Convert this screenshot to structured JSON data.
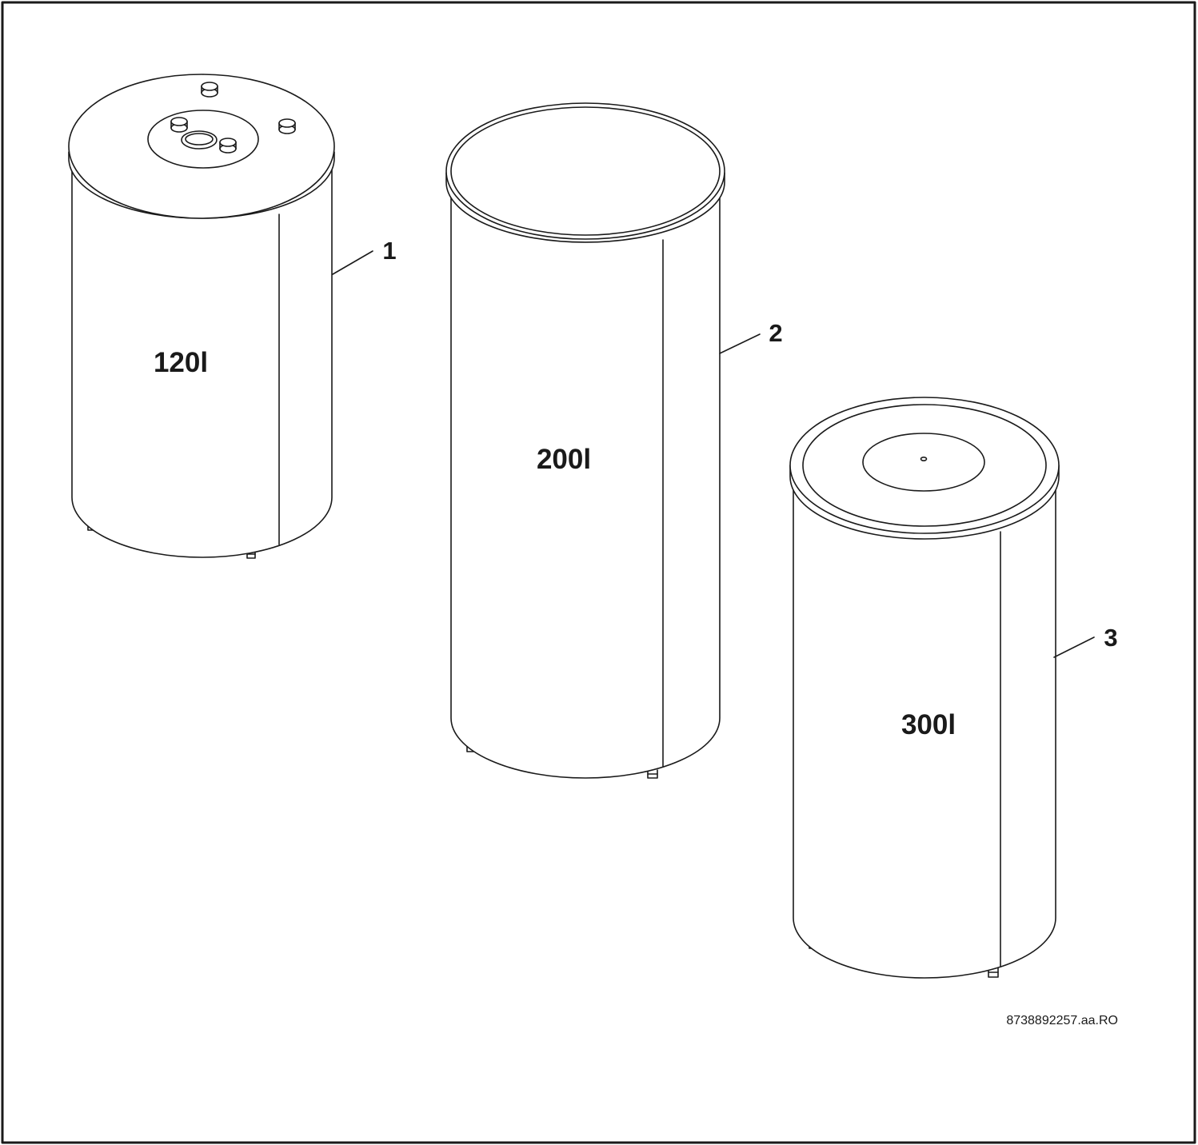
{
  "drawing_code": "8738892257.aa.RO",
  "tanks": [
    {
      "volume_label": "120l",
      "callout": "1"
    },
    {
      "volume_label": "200l",
      "callout": "2"
    },
    {
      "volume_label": "300l",
      "callout": "3"
    }
  ],
  "colors": {
    "line": "#1a1a1a",
    "background": "#ffffff"
  }
}
